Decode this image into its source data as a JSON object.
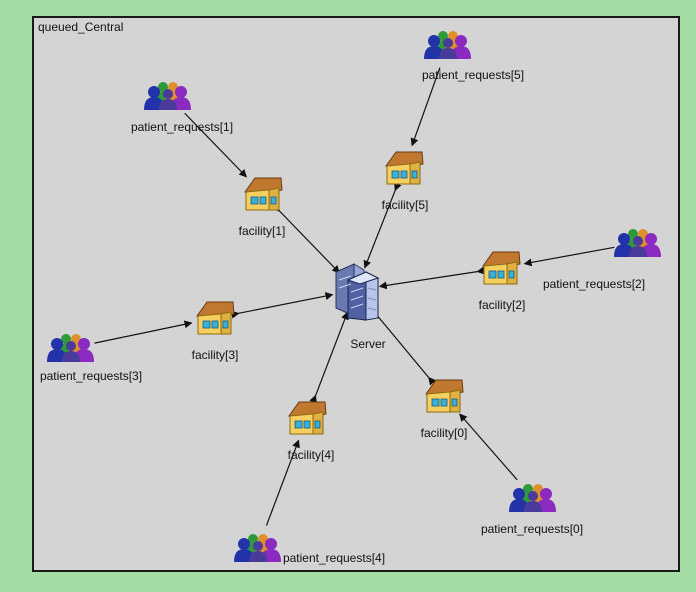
{
  "diagram_title": "queued_Central",
  "server": {
    "label": "Server",
    "icon": "server-building-icon"
  },
  "facilities": [
    {
      "label": "facility[0]",
      "icon": "house-icon"
    },
    {
      "label": "facility[1]",
      "icon": "house-icon"
    },
    {
      "label": "facility[2]",
      "icon": "house-icon"
    },
    {
      "label": "facility[3]",
      "icon": "house-icon"
    },
    {
      "label": "facility[4]",
      "icon": "house-icon"
    },
    {
      "label": "facility[5]",
      "icon": "house-icon"
    }
  ],
  "requests": [
    {
      "label": "patient_requests[0]",
      "icon": "people-group-icon"
    },
    {
      "label": "patient_requests[1]",
      "icon": "people-group-icon"
    },
    {
      "label": "patient_requests[2]",
      "icon": "people-group-icon"
    },
    {
      "label": "patient_requests[3]",
      "icon": "people-group-icon"
    },
    {
      "label": "patient_requests[4]",
      "icon": "people-group-icon"
    },
    {
      "label": "patient_requests[5]",
      "icon": "people-group-icon"
    }
  ],
  "colors": {
    "background": "#a6dca6",
    "canvas": "#d4d4d4",
    "border": "#1a1a1a",
    "link": "#111111"
  }
}
